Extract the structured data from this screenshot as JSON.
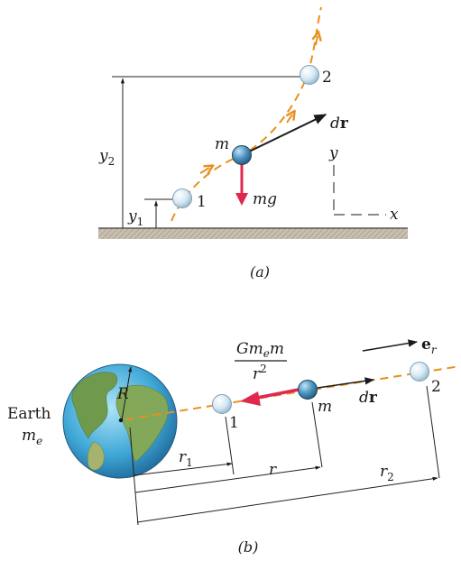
{
  "panel_a": {
    "caption": "(a)",
    "labels": {
      "point_1": "1",
      "point_2": "2",
      "mass": "m",
      "weight": "mg",
      "displacement_d": "d",
      "displacement_r": "r",
      "y2": "y",
      "y2_sub": "2",
      "y1": "y",
      "y1_sub": "1",
      "axis_y": "y",
      "axis_x": "x"
    }
  },
  "panel_b": {
    "caption": "(b)",
    "labels": {
      "earth": "Earth",
      "earth_mass": "m",
      "earth_mass_sub": "e",
      "radius": "R",
      "point_1": "1",
      "point_2": "2",
      "mass": "m",
      "displacement_d": "d",
      "displacement_r": "r",
      "unit_vector": "e",
      "unit_vector_sub": "r",
      "force_num_G": "Gm",
      "force_num_sub": "e",
      "force_num_m": "m",
      "force_den": "r",
      "force_den_sup": "2",
      "r1": "r",
      "r1_sub": "1",
      "r": "r",
      "r2": "r",
      "r2_sub": "2"
    }
  },
  "colors": {
    "path": "#e8901e",
    "force": "#e0284e",
    "ground": "#b8aea0",
    "mass_fill": "#5aa0c8",
    "sphere_fill": "#dcecf6"
  }
}
